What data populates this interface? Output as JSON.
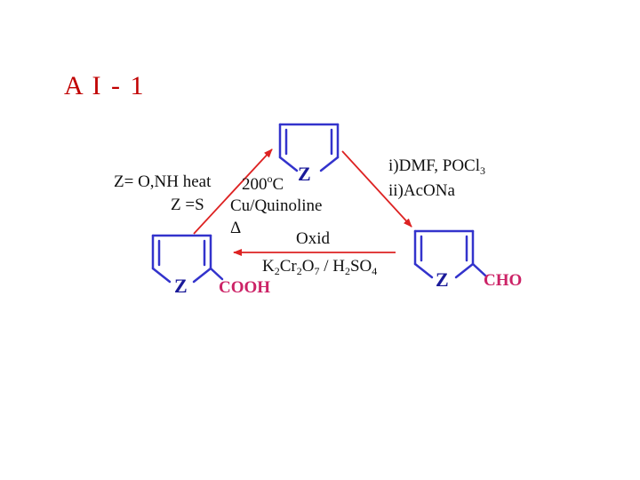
{
  "title": "A I - 1",
  "colors": {
    "title": "#c00000",
    "ring": "#3333cc",
    "arrow": "#dd2222",
    "ring_atom": "#1a1a99",
    "group": "#cc2266"
  },
  "molecules": {
    "top": {
      "atom": "Z"
    },
    "right": {
      "atom": "Z",
      "group": "CHO"
    },
    "left": {
      "atom": "Z",
      "group": "COOH"
    }
  },
  "reactions": {
    "formylation": {
      "line1_pre": "i)DMF, POCl",
      "line1_sub": "3",
      "line2": "ii)AcONa"
    },
    "oxidation": {
      "label": "Oxid",
      "reagent_k": "K",
      "reagent_2a": "2",
      "reagent_cr": "Cr",
      "reagent_2b": "2",
      "reagent_o": "O",
      "reagent_7": "7",
      "reagent_sep": " / H",
      "reagent_2c": "2",
      "reagent_so": "SO",
      "reagent_4": "4"
    },
    "decarboxylation": {
      "cond_o_nh": "Z= O,NH heat",
      "cond_s": "Z =S",
      "temp_value": "200",
      "temp_sup": "o",
      "temp_unit": "C",
      "catalyst": "Cu/Quinoline",
      "heat_symbol": "Δ"
    }
  }
}
